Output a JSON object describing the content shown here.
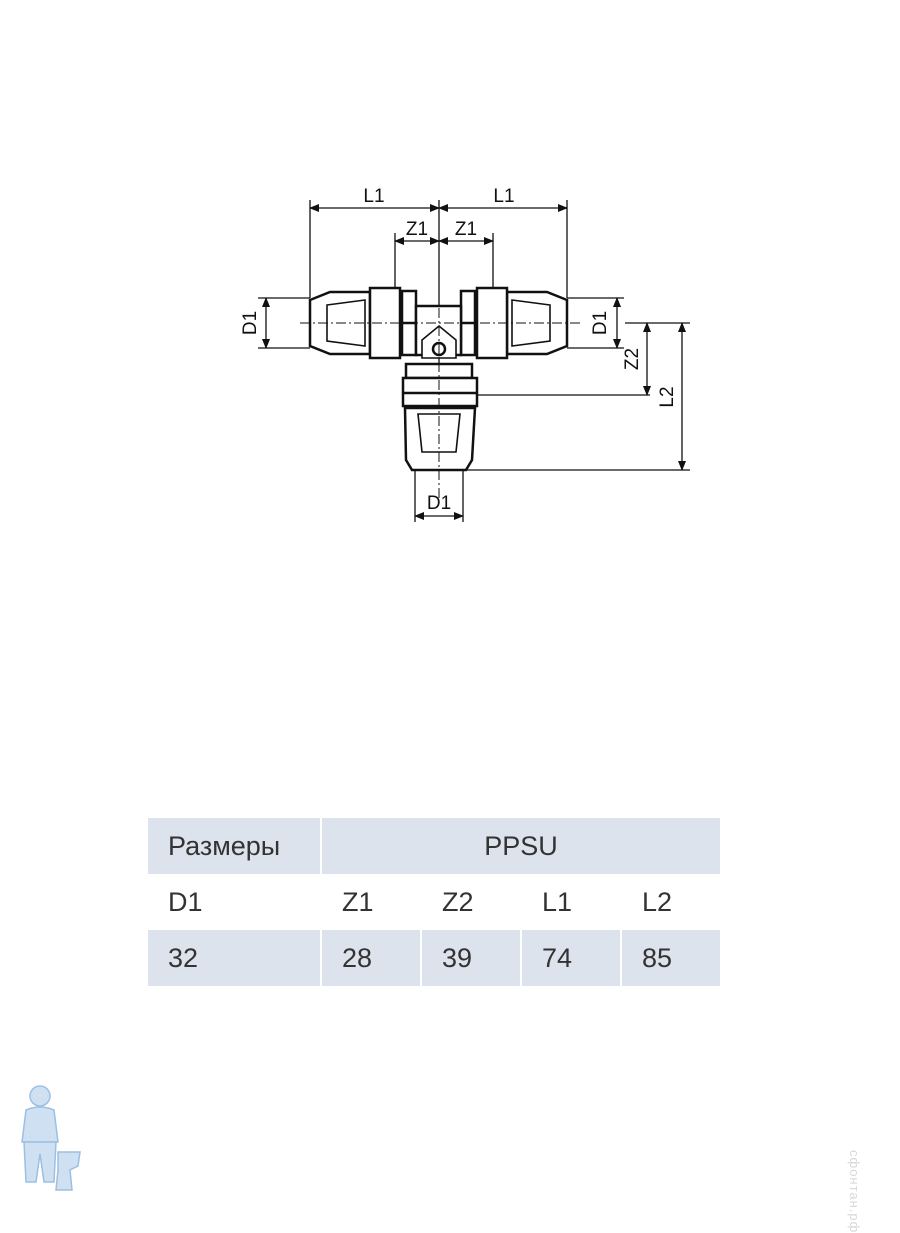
{
  "drawing": {
    "labels": {
      "l1_left": "L1",
      "l1_right": "L1",
      "z1_left": "Z1",
      "z1_right": "Z1",
      "d1_left": "D1",
      "d1_right": "D1",
      "d1_bottom": "D1",
      "z2": "Z2",
      "l2": "L2"
    }
  },
  "table": {
    "header": {
      "sizes": "Размеры",
      "material": "PPSU"
    },
    "columns": [
      "D1",
      "Z1",
      "Z2",
      "L1",
      "L2"
    ],
    "rows": [
      [
        "32",
        "28",
        "39",
        "74",
        "85"
      ]
    ],
    "shade_color": "#dde3ec"
  },
  "watermark": "сфонтан.рф"
}
